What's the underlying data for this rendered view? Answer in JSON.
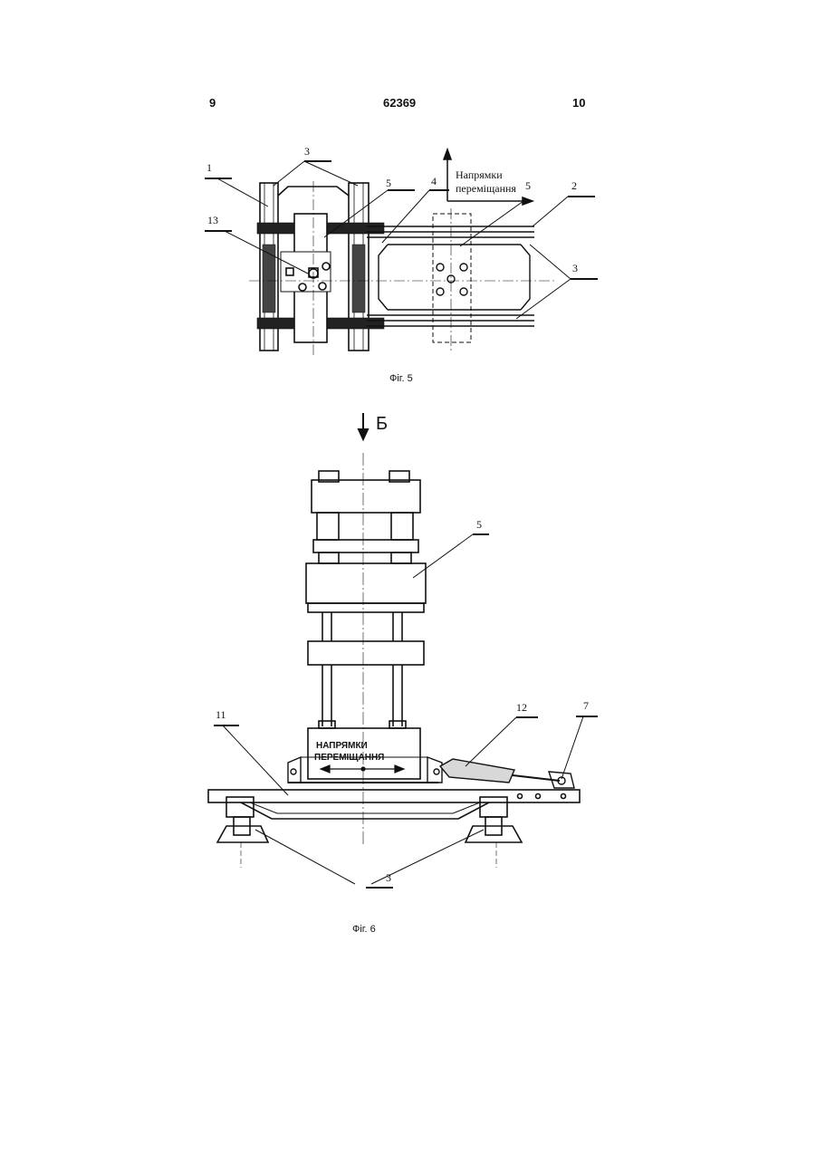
{
  "header": {
    "page_left": "9",
    "patent_number": "62369",
    "page_right": "10"
  },
  "fig5": {
    "caption": "Фіг. 5",
    "direction_label_line1": "Напрямки",
    "direction_label_line2": "переміщання",
    "callouts": [
      "1",
      "3",
      "5",
      "4",
      "5",
      "2",
      "13",
      "3"
    ]
  },
  "fig6": {
    "caption": "Фіг. 6",
    "view_label": "Б",
    "plate_label_line1": "НАПРЯМКИ",
    "plate_label_line2": "ПЕРЕМІЩАННЯ",
    "callouts": [
      "5",
      "11",
      "12",
      "7",
      "3"
    ]
  }
}
